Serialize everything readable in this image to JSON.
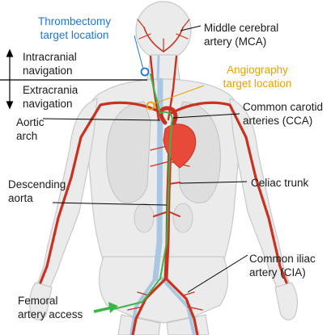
{
  "labels": {
    "thrombectomy_target": "Thrombectomy\ntarget location",
    "intracranial_navigation": "Intracranial\nnavigation",
    "extracranial_navigation": "Extracrania\nnavigation",
    "aortic_arch": "Aortic\narch",
    "descending_aorta": "Descending\naorta",
    "femoral_access": "Femoral\nartery access",
    "mca": "Middle cerebral\nartery (MCA)",
    "angiography_target": "Angiography\ntarget location",
    "cca": "Common carotid\narteries (CCA)",
    "celiac_trunk": "Celiac trunk",
    "cia": "Common iliac\nartery (CIA)"
  },
  "colors": {
    "thrombectomy": "#1f78d8",
    "angiography": "#eda000",
    "artery": "#c8321f",
    "vein": "#a9c7e3",
    "catheter": "#3bb54a",
    "body": "#e9e9e9"
  }
}
